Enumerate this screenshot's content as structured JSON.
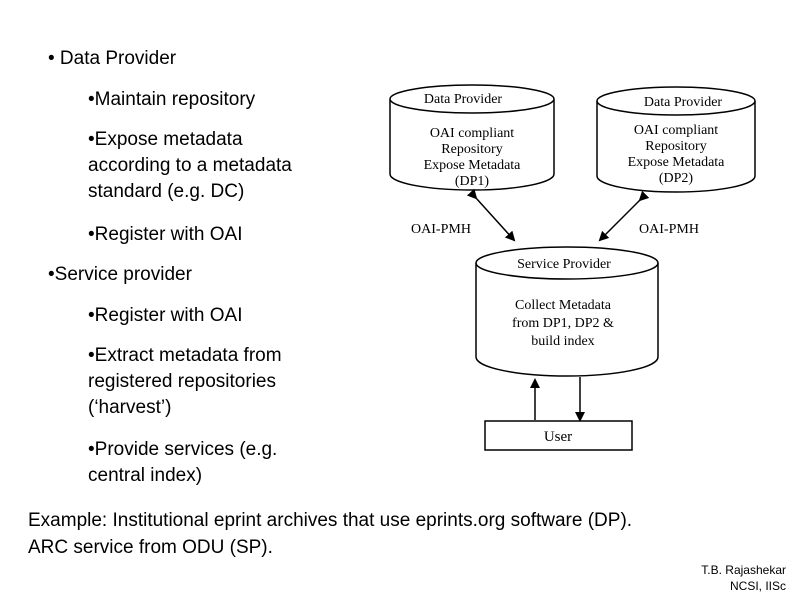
{
  "bullets": {
    "dp_heading": "• Data Provider",
    "dp_items": [
      "•Maintain repository",
      "•Expose metadata",
      "according to a metadata",
      "standard (e.g. DC)",
      "•Register with OAI"
    ],
    "sp_heading": "•Service provider",
    "sp_items": [
      "•Register with OAI",
      "•Extract metadata from",
      "registered repositories",
      "(‘harvest’)",
      "•Provide services (e.g.",
      "central index)"
    ]
  },
  "example": {
    "line1": "Example: Institutional eprint archives that use eprints.org software (DP).",
    "line2": "ARC service from ODU (SP)."
  },
  "credit": {
    "name": "T.B. Rajashekar",
    "org": "NCSI, IISc"
  },
  "diagram": {
    "dp1": {
      "title": "Data Provider",
      "lines": [
        "OAI compliant",
        "Repository",
        "Expose Metadata",
        "(DP1)"
      ]
    },
    "dp2": {
      "title": "Data Provider",
      "lines": [
        "OAI compliant",
        "Repository",
        "Expose Metadata",
        "(DP2)"
      ]
    },
    "sp": {
      "title": "Service Provider",
      "lines": [
        "Collect Metadata",
        "from DP1, DP2 &",
        "build index"
      ]
    },
    "protocol_left": "OAI-PMH",
    "protocol_right": "OAI-PMH",
    "user": "User"
  }
}
